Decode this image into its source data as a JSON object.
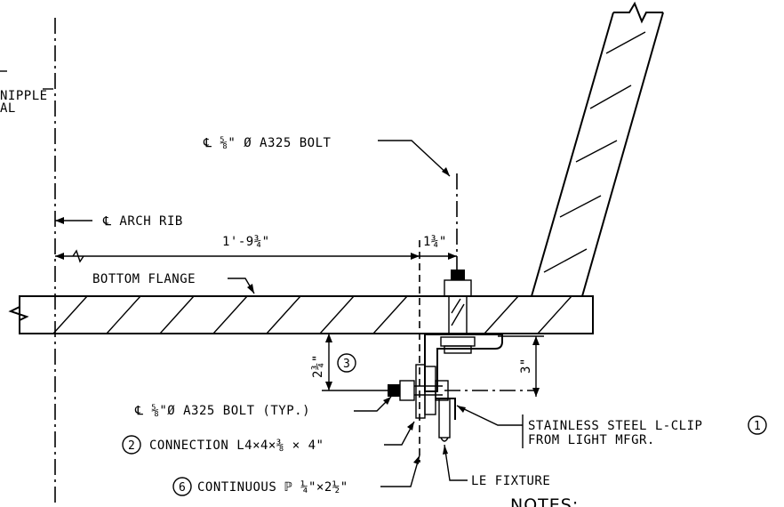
{
  "labels": {
    "nipple_fragment": "NIPPLE",
    "al_fragment": "AL",
    "bolt_top": "℄ ⅝\" Ø A325 BOLT",
    "arch_rib": "℄ ARCH RIB",
    "dim_long": "1'-9¾\"",
    "dim_short": "1¾\"",
    "bottom_flange": "BOTTOM FLANGE",
    "dim_left": "2¾\"",
    "dim_right": "3\"",
    "bolt_typ": "℄ ⅝\"Ø A325 BOLT (TYP.)",
    "connection": "CONNECTION L4×4×⅜ × 4\"",
    "continuous_plate": "CONTINUOUS ℙ ¼\"×2½\"",
    "clip_line1": "STAINLESS STEEL L-CLIP",
    "clip_line2": "FROM LIGHT MFGR.",
    "le_fixture": "LE FIXTURE",
    "notes": "NOTES:"
  },
  "callouts": {
    "c1": "1",
    "c2": "2",
    "c3": "3",
    "c6": "6"
  }
}
